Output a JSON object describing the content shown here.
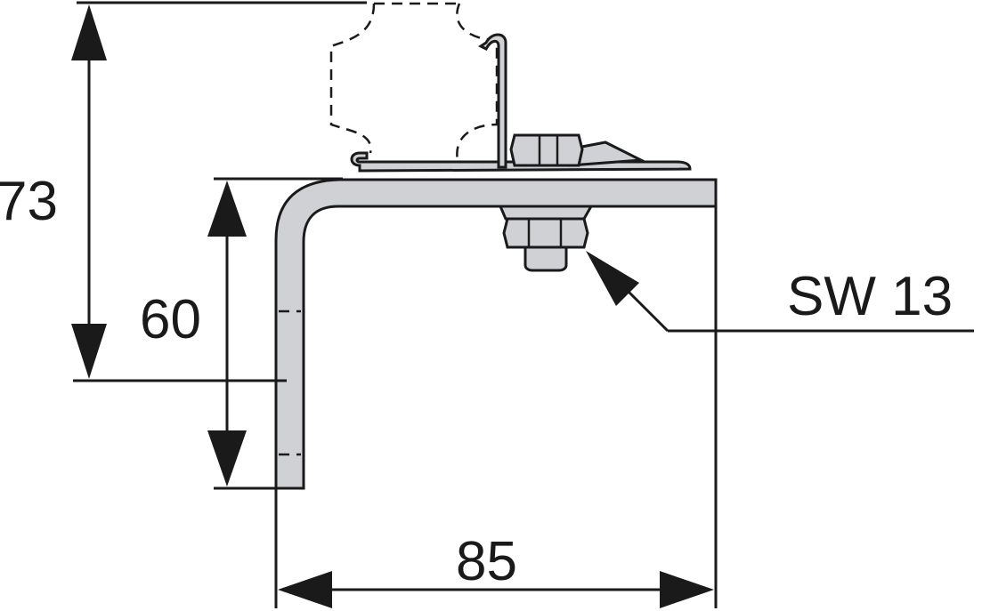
{
  "dimensions": {
    "height_total": "73",
    "height_bracket": "60",
    "width": "85",
    "wrench_size": "SW 13"
  },
  "colors": {
    "line": "#1a1a1a",
    "metal_fill": "#cfd1d4",
    "background": "#ffffff"
  }
}
